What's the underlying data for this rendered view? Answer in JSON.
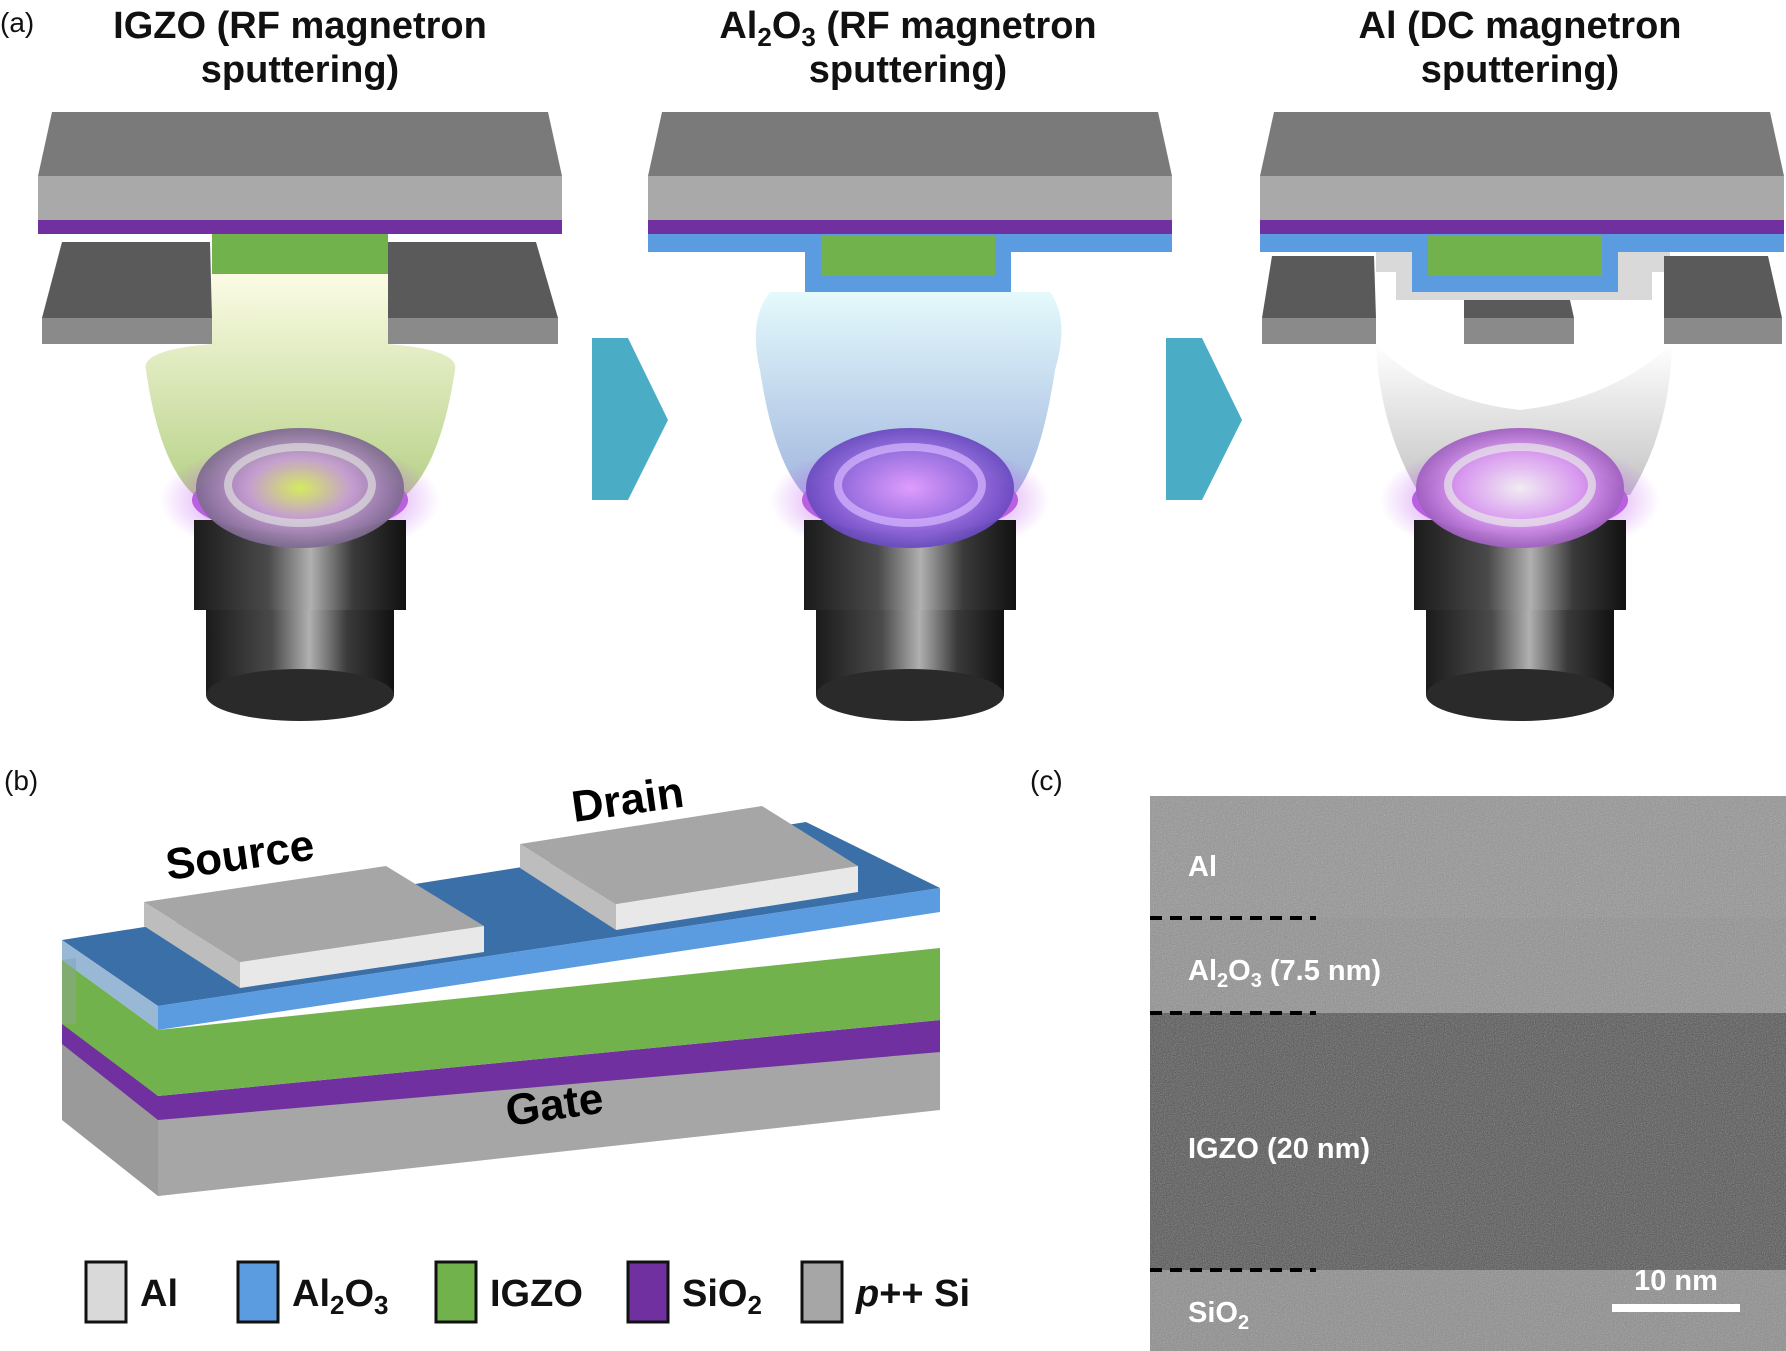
{
  "panels": {
    "a": "(a)",
    "b": "(b)",
    "c": "(c)"
  },
  "steps": [
    {
      "line1_main": "IGZO (RF magnetron",
      "line2": "sputtering)",
      "plume_color": "#eef5a0"
    },
    {
      "line1_prefix": "Al",
      "line1_sub1": "2",
      "line1_mid": "O",
      "line1_sub2": "3",
      "line1_suffix": " (RF magnetron",
      "line2": "sputtering)",
      "plume_color": "#bff4f8"
    },
    {
      "line1_main": "Al (DC magnetron",
      "line2": "sputtering)",
      "plume_color": "#eeeeee"
    }
  ],
  "device": {
    "source_label": "Source",
    "drain_label": "Drain",
    "gate_label": "Gate"
  },
  "legend": [
    {
      "label": "Al",
      "color": "#d9d9d9"
    },
    {
      "label_main": "Al",
      "sub1": "2",
      "mid": "O",
      "sub2": "3",
      "color": "#5b9be0"
    },
    {
      "label": "IGZO",
      "color": "#72b24c"
    },
    {
      "label_main": "SiO",
      "sub1": "2",
      "color": "#7030a0"
    },
    {
      "label_italic": "p",
      "label_rest": "++ Si",
      "color": "#a6a6a6"
    }
  ],
  "tem": {
    "al_label": "Al",
    "al2o3_main": "Al",
    "al2o3_sub1": "2",
    "al2o3_mid": "O",
    "al2o3_sub2": "3",
    "al2o3_thickness": " (7.5 nm)",
    "igzo_label": "IGZO (20 nm)",
    "sio2_main": "SiO",
    "sio2_sub": "2",
    "scale_bar": "10 nm"
  },
  "colors": {
    "al": "#d9d9d9",
    "al2o3": "#5b9be0",
    "igzo": "#72b24c",
    "sio2": "#7030a0",
    "si": "#a6a6a6",
    "arrow": "#4bacc6",
    "plasma": "#c15cf0"
  }
}
